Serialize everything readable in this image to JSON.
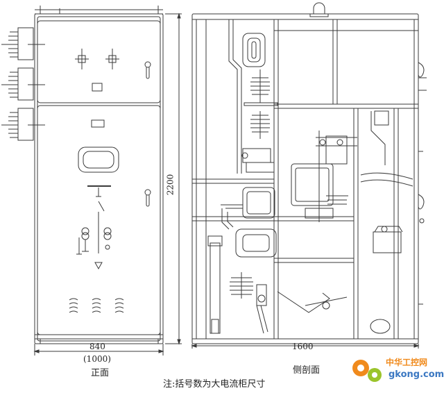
{
  "front_view": {
    "width_dim": "840",
    "width_dim_large": "(1000)",
    "height_dim": "2200",
    "caption": "正面"
  },
  "side_view": {
    "depth_dim": "1600",
    "caption": "侧剖面"
  },
  "note": "注:括号数为大电流柜尺寸",
  "watermark": {
    "brand": "中华工控网",
    "site": "gkong.com"
  },
  "colors": {
    "line": "#3a3a3a",
    "watermark_orange": "#f08a1c",
    "watermark_green": "#9bc42b",
    "watermark_blue": "#3b78c2"
  }
}
